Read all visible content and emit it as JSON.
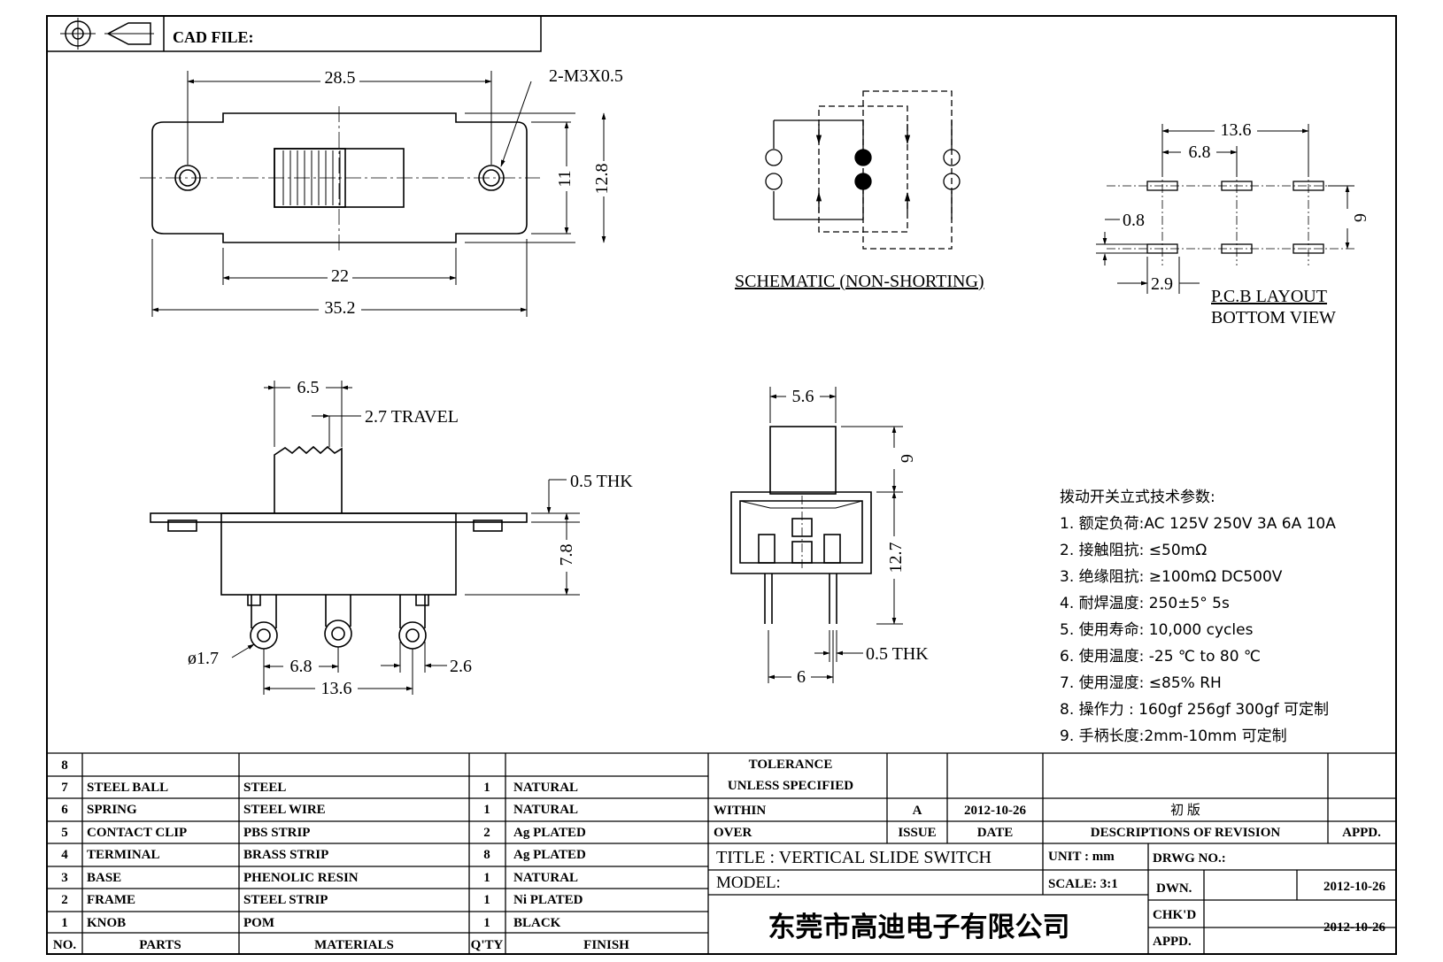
{
  "header": {
    "cad_file_label": "CAD FILE:"
  },
  "top_view": {
    "dim_total_span": "28.5",
    "dim_holes": "2-M3X0.5",
    "dim_inner": "11",
    "dim_outer_h": "12.8",
    "dim_22": "22",
    "dim_width": "35.2"
  },
  "schematic": {
    "caption": "SCHEMATIC (NON-SHORTING)"
  },
  "pcb": {
    "dim_13_6": "13.6",
    "dim_6_8": "6.8",
    "dim_0_8": "0.8",
    "dim_6": "6",
    "dim_2_9": "2.9",
    "caption_1": "P.C.B LAYOUT",
    "caption_2": "BOTTOM VIEW"
  },
  "side_view": {
    "dim_6_5": "6.5",
    "dim_travel": "2.7 TRAVEL",
    "dim_thk": "0.5 THK",
    "dim_7_8": "7.8",
    "dim_dia": "ø1.7",
    "dim_6_8": "6.8",
    "dim_2_6": "2.6",
    "dim_13_6": "13.6"
  },
  "end_view": {
    "dim_5_6": "5.6",
    "dim_6_top": "6",
    "dim_12_7": "12.7",
    "dim_thk": "0.5 THK",
    "dim_6_bottom": "6"
  },
  "specs": {
    "title": "拨动开关立式技术参数:",
    "items": [
      "1. 额定负荷:AC 125V 250V   3A   6A   10A",
      "2. 接触阻抗: ≤50mΩ",
      "3. 绝缘阻抗: ≥100mΩ  DC500V",
      "4. 耐焊温度: 250±5° 5s",
      "5. 使用寿命: 10,000 cycles",
      "6. 使用温度: -25 ℃  to 80 ℃",
      "7. 使用湿度: ≤85% RH",
      "8. 操作力 : 160gf   256gf   300gf  可定制",
      "9. 手柄长度:2mm-10mm  可定制"
    ]
  },
  "bom": {
    "rows": [
      {
        "no": "8",
        "part": "",
        "material": "",
        "qty": "",
        "finish": ""
      },
      {
        "no": "7",
        "part": "STEEL BALL",
        "material": "STEEL",
        "qty": "1",
        "finish": "NATURAL"
      },
      {
        "no": "6",
        "part": "SPRING",
        "material": "STEEL WIRE",
        "qty": "1",
        "finish": "NATURAL"
      },
      {
        "no": "5",
        "part": "CONTACT CLIP",
        "material": "PBS STRIP",
        "qty": "2",
        "finish": "Ag PLATED"
      },
      {
        "no": "4",
        "part": "TERMINAL",
        "material": "BRASS STRIP",
        "qty": "8",
        "finish": "Ag PLATED"
      },
      {
        "no": "3",
        "part": "BASE",
        "material": "PHENOLIC RESIN",
        "qty": "1",
        "finish": "NATURAL"
      },
      {
        "no": "2",
        "part": "FRAME",
        "material": "STEEL STRIP",
        "qty": "1",
        "finish": "Ni PLATED"
      },
      {
        "no": "1",
        "part": "KNOB",
        "material": "POM",
        "qty": "1",
        "finish": "BLACK"
      }
    ],
    "header": {
      "no": "NO.",
      "parts": "PARTS",
      "materials": "MATERIALS",
      "qty": "Q'TY",
      "finish": "FINISH"
    }
  },
  "title_block": {
    "tolerance": "TOLERANCE",
    "unless": "UNLESS  SPECIFIED",
    "within": "WITHIN",
    "over": "OVER",
    "issue_value": "A",
    "date_value": "2012-10-26",
    "revision_value": "初 版",
    "issue": "ISSUE",
    "date": "DATE",
    "descriptions": "DESCRIPTIONS OF REVISION",
    "appd": "APPD.",
    "title": "TITLE :  VERTICAL SLIDE SWITCH",
    "unit": "UNIT : mm",
    "drwg_no": "DRWG NO.:",
    "model": "MODEL:",
    "scale": "SCALE:  3:1",
    "dwn": "DWN.",
    "dwn_date": "2012-10-26",
    "company": "东莞市高迪电子有限公司",
    "chkd": "CHK'D",
    "chkd_date": "2012-10-26",
    "appd2": "APPD."
  }
}
